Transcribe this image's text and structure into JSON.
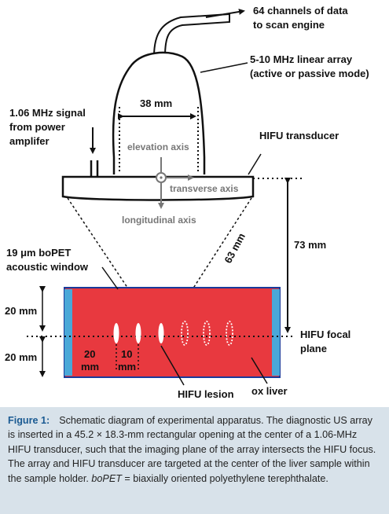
{
  "labels": {
    "channels": [
      "64 channels of data",
      "to scan engine"
    ],
    "linear_array": [
      "5-10 MHz linear array",
      "(active or passive mode)"
    ],
    "array_width": "38 mm",
    "signal": [
      "1.06 MHz signal",
      "from power",
      "amplifer"
    ],
    "elevation_axis": "elevation axis",
    "hifu_transducer": "HIFU transducer",
    "transverse_axis": "transverse axis",
    "longitudinal_axis": "longitudinal axis",
    "distance_73": "73 mm",
    "distance_63": "63 mm",
    "window": [
      "19 μm boPET",
      "acoustic window"
    ],
    "top_20mm": "20 mm",
    "bottom_20mm": "20 mm",
    "focal_plane": [
      "HIFU focal",
      "plane"
    ],
    "spacing_20": [
      "20",
      "mm"
    ],
    "spacing_10": [
      "10",
      "mm"
    ],
    "hifu_lesion": "HIFU lesion",
    "ox_liver": "ox liver"
  },
  "colors": {
    "liver": "#e8393f",
    "window_edge": "#4aa8d8",
    "caption_bg": "#d8e2ea",
    "figure_label": "#1a5a92",
    "axis_gray": "#777777"
  },
  "caption": {
    "label": "Figure 1:",
    "text_main": "Schematic diagram of experimental apparatus. The diagnostic US array is inserted in a 45.2 × 18.3-mm rectangular opening at the center of a 1.06-MHz HIFU transducer, such that the imaging plane of the array intersects the HIFU focus. The array and HIFU transducer are targeted at the center of the liver sample within the sample holder. ",
    "abbr": "boPET",
    "text_end": " = biaxially oriented polyethylene terephthalate."
  }
}
